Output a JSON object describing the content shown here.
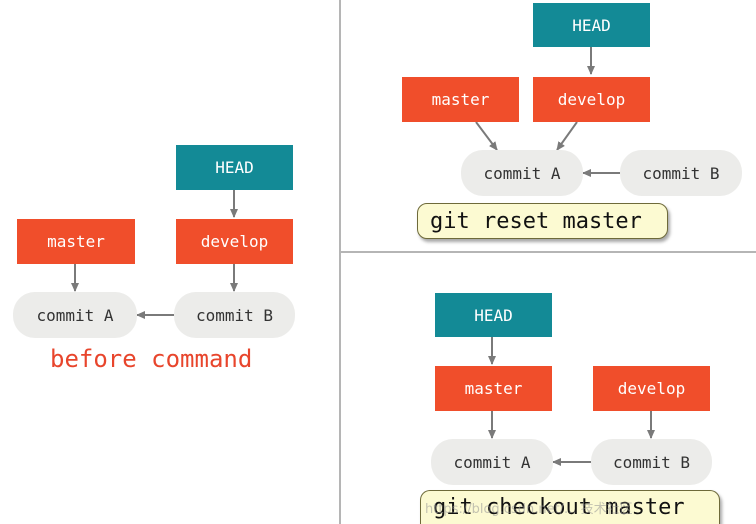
{
  "colors": {
    "branch": "#f04e2b",
    "head": "#138a96",
    "commit_bg": "#ececea",
    "arrow": "#7a7a7a",
    "caption_bg": "#fcfad2",
    "label_red": "#e8452c"
  },
  "panels": {
    "before": {
      "head": "HEAD",
      "master": "master",
      "develop": "develop",
      "commit_a": "commit A",
      "commit_b": "commit B",
      "caption": "before command"
    },
    "reset": {
      "head": "HEAD",
      "master": "master",
      "develop": "develop",
      "commit_a": "commit A",
      "commit_b": "commit B",
      "caption": "git reset master"
    },
    "checkout": {
      "head": "HEAD",
      "master": "master",
      "develop": "develop",
      "commit_a": "commit A",
      "commit_b": "commit B",
      "caption": "git checkout master"
    }
  },
  "watermark": "https://blog.csdn.net/... 技术社区"
}
